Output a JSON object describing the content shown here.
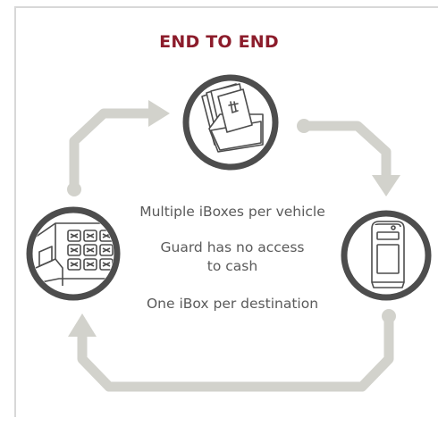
{
  "title": "END TO END",
  "captions": {
    "multiple": "Multiple iBoxes per vehicle",
    "guard_line1": "Guard has no access",
    "guard_line2": "to cash",
    "one": "One iBox per destination"
  },
  "nodes": {
    "top": "cash-bundle-icon",
    "left": "vehicle-iboxes-icon",
    "right": "ibox-unit-icon"
  },
  "colors": {
    "title": "#8c1c2b",
    "text": "#5a5a5a",
    "arrow": "#d2d2cc",
    "circle_stroke": "#4d4d4d",
    "frame": "#d8d8d8"
  }
}
